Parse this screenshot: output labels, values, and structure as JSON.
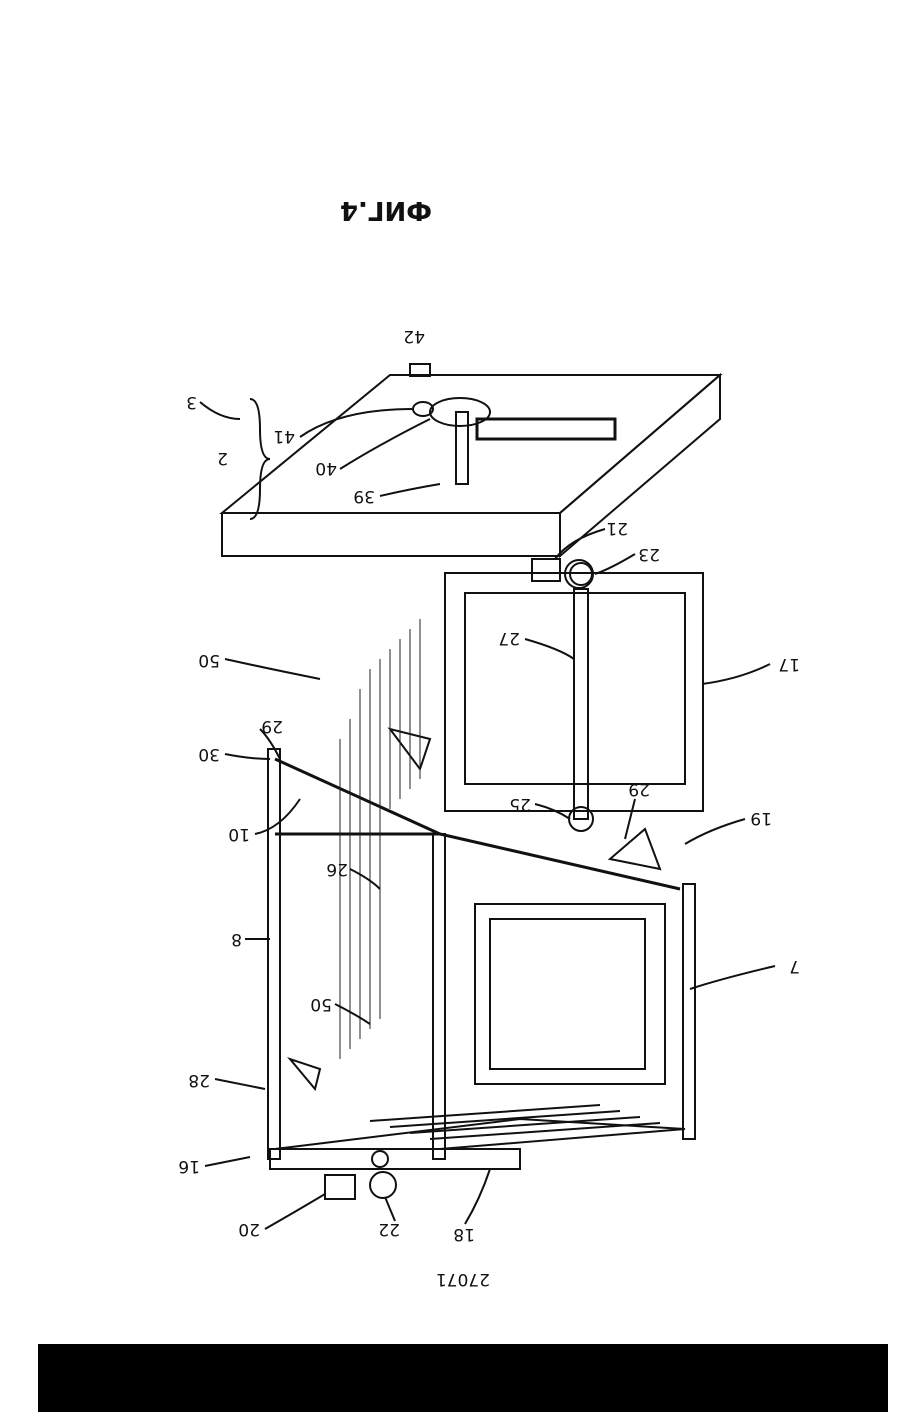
{
  "figure": {
    "caption": "ФИГ.4",
    "document_number": "27071"
  },
  "labels": {
    "l2": "2",
    "l3": "3",
    "l39": "39",
    "l40": "40",
    "l41": "41",
    "l42": "42",
    "l21": "21",
    "l23": "23",
    "l27": "27",
    "l17": "17",
    "l50a": "50",
    "l29a": "29",
    "l30": "30",
    "l25": "25",
    "l29b": "29",
    "l19": "19",
    "l10": "10",
    "l26": "26",
    "l8": "8",
    "l50b": "50",
    "l7": "7",
    "l28": "28",
    "l16": "16",
    "l20": "20",
    "l22": "22",
    "l18": "18"
  }
}
